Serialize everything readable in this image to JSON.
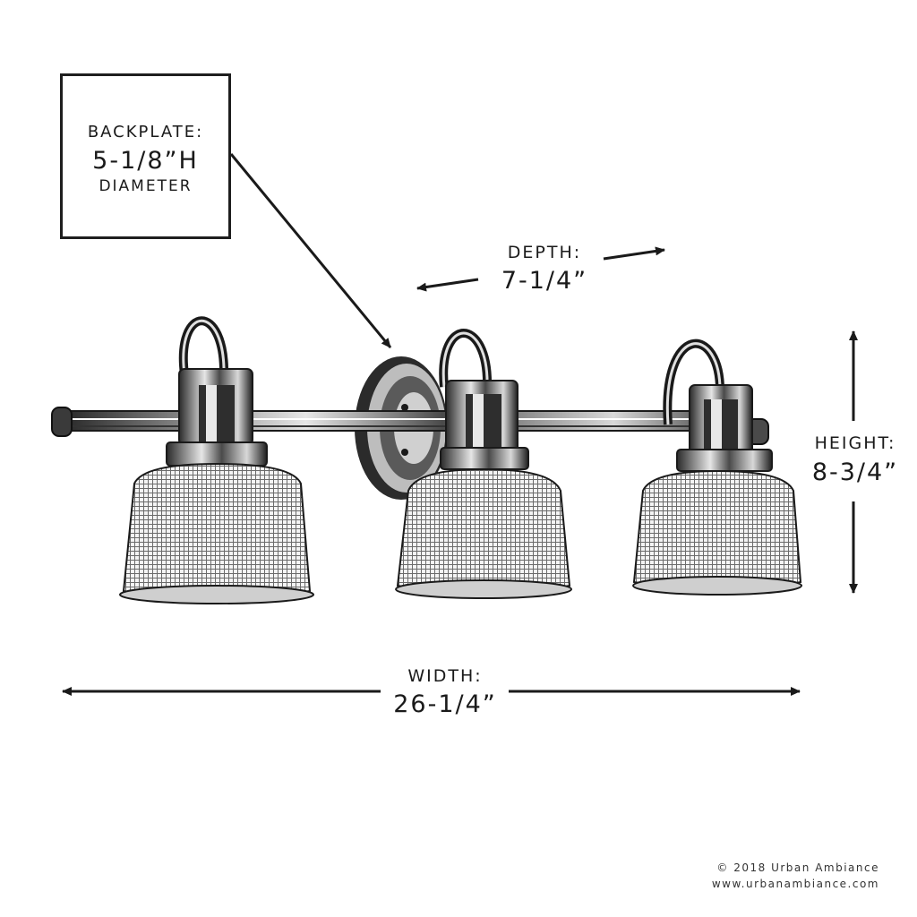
{
  "backplate": {
    "label": "BACKPLATE:",
    "value": "5-1/8”H",
    "unit": "DIAMETER"
  },
  "depth": {
    "label": "DEPTH:",
    "value": "7-1/4”"
  },
  "height": {
    "label": "HEIGHT:",
    "value": "8-3/4”"
  },
  "width": {
    "label": "WIDTH:",
    "value": "26-1/4”"
  },
  "footer": {
    "copyright": "© 2018 Urban Ambiance",
    "website": "www.urbanambiance.com"
  },
  "colors": {
    "ink": "#1a1a1a",
    "background": "#ffffff"
  }
}
